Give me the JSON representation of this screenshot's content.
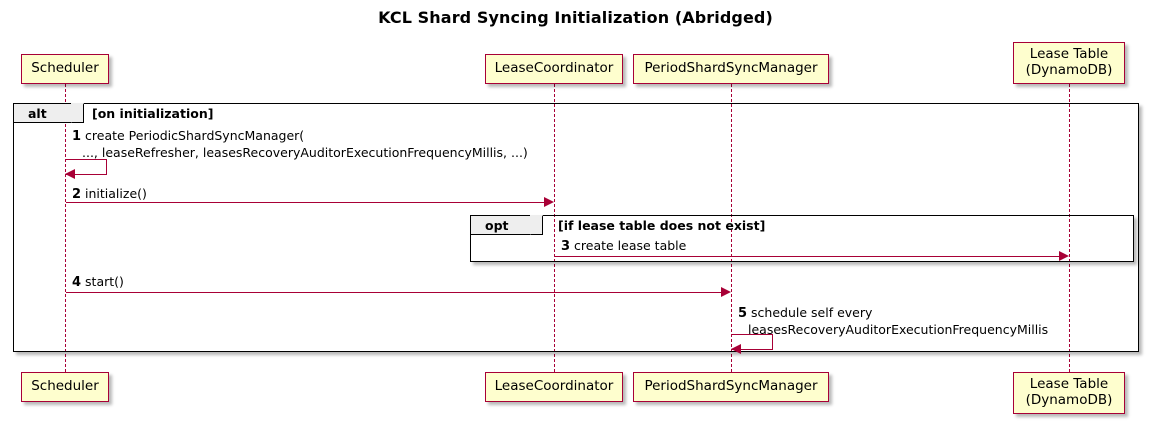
{
  "title": "KCL Shard Syncing Initialization (Abridged)",
  "colors": {
    "participant_fill": "#FEFECE",
    "participant_border": "#A80036",
    "message_line": "#A80036",
    "fragment_border": "#000000",
    "fragment_tab_fill": "#EEEEEE",
    "background": "#FFFFFF"
  },
  "participants": [
    {
      "id": "scheduler",
      "lines": [
        "Scheduler"
      ]
    },
    {
      "id": "lease-coordinator",
      "lines": [
        "LeaseCoordinator"
      ]
    },
    {
      "id": "period-shard-sync-manager",
      "lines": [
        "PeriodShardSyncManager"
      ]
    },
    {
      "id": "lease-table",
      "lines": [
        "Lease Table",
        "(DynamoDB)"
      ]
    }
  ],
  "fragments": [
    {
      "id": "alt",
      "operator": "alt",
      "guard": "[on initialization]"
    },
    {
      "id": "opt",
      "operator": "opt",
      "guard": "[if lease table does not exist]"
    }
  ],
  "messages": [
    {
      "number": "1",
      "from": "scheduler",
      "to": "scheduler",
      "kind": "self",
      "lines": [
        "create PeriodicShardSyncManager(",
        "..., leaseRefresher, leasesRecoveryAuditorExecutionFrequencyMillis, ...)"
      ]
    },
    {
      "number": "2",
      "from": "scheduler",
      "to": "lease-coordinator",
      "kind": "sync",
      "lines": [
        "initialize()"
      ]
    },
    {
      "number": "3",
      "from": "lease-coordinator",
      "to": "lease-table",
      "kind": "sync",
      "lines": [
        "create lease table"
      ]
    },
    {
      "number": "4",
      "from": "scheduler",
      "to": "period-shard-sync-manager",
      "kind": "sync",
      "lines": [
        "start()"
      ]
    },
    {
      "number": "5",
      "from": "period-shard-sync-manager",
      "to": "period-shard-sync-manager",
      "kind": "self",
      "lines": [
        "schedule self every",
        "leasesRecoveryAuditorExecutionFrequencyMillis"
      ]
    }
  ]
}
